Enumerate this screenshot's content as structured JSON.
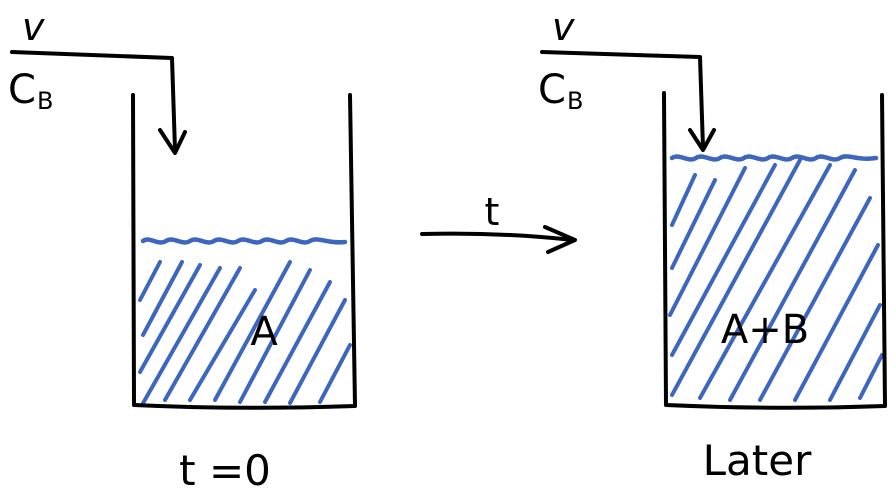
{
  "left_tank": {
    "feed_flow_label": "v",
    "feed_conc_label": "C",
    "feed_conc_subscript": "B",
    "contents_label": "A",
    "time_label": "t =0"
  },
  "process_arrow": {
    "label": "t"
  },
  "right_tank": {
    "feed_flow_label": "v",
    "feed_conc_label": "C",
    "feed_conc_subscript": "B",
    "contents_label": "A+B",
    "time_label": "Later"
  },
  "colors": {
    "ink": "#000000",
    "liquid": "#3d67bf"
  }
}
